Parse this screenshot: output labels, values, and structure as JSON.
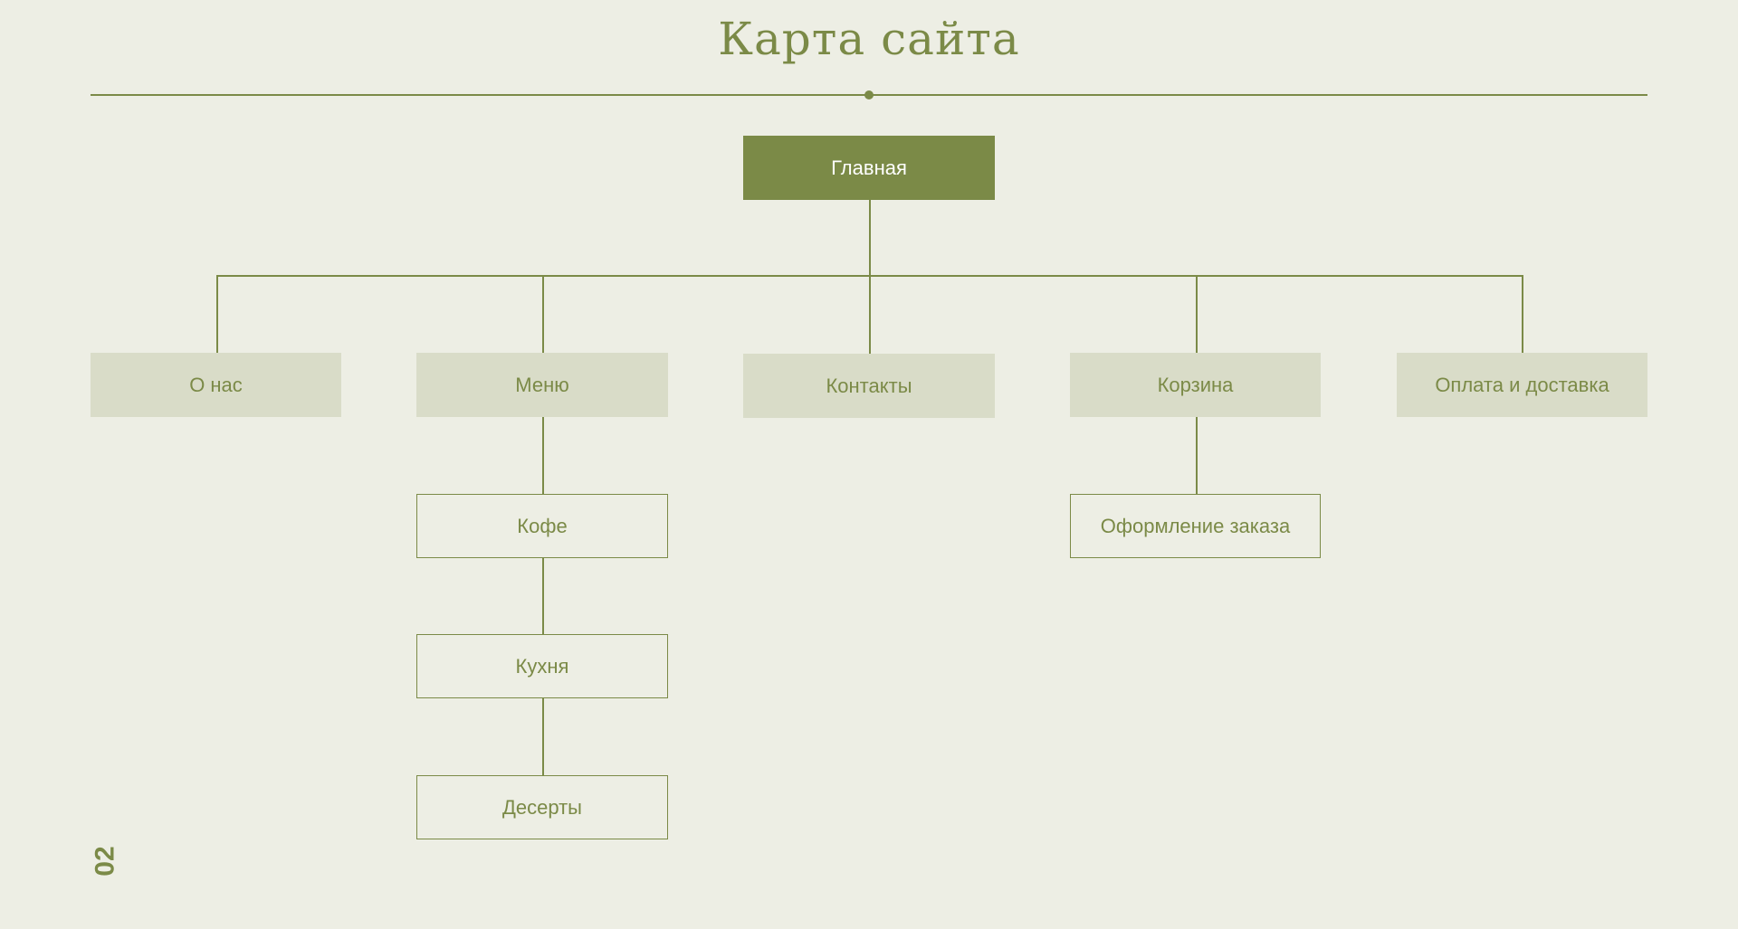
{
  "title": "Карта сайта",
  "root": "Главная",
  "sections": [
    "О нас",
    "Меню",
    "Контакты",
    "Корзина",
    "Оплата и доставка"
  ],
  "menu_children": [
    "Кофе",
    "Кухня",
    "Десерты"
  ],
  "cart_children": [
    "Оформление заказа"
  ],
  "page_number": "02",
  "colors": {
    "accent": "#7b8a47",
    "background": "#edeee4",
    "section_fill": "#d9dcc8"
  }
}
